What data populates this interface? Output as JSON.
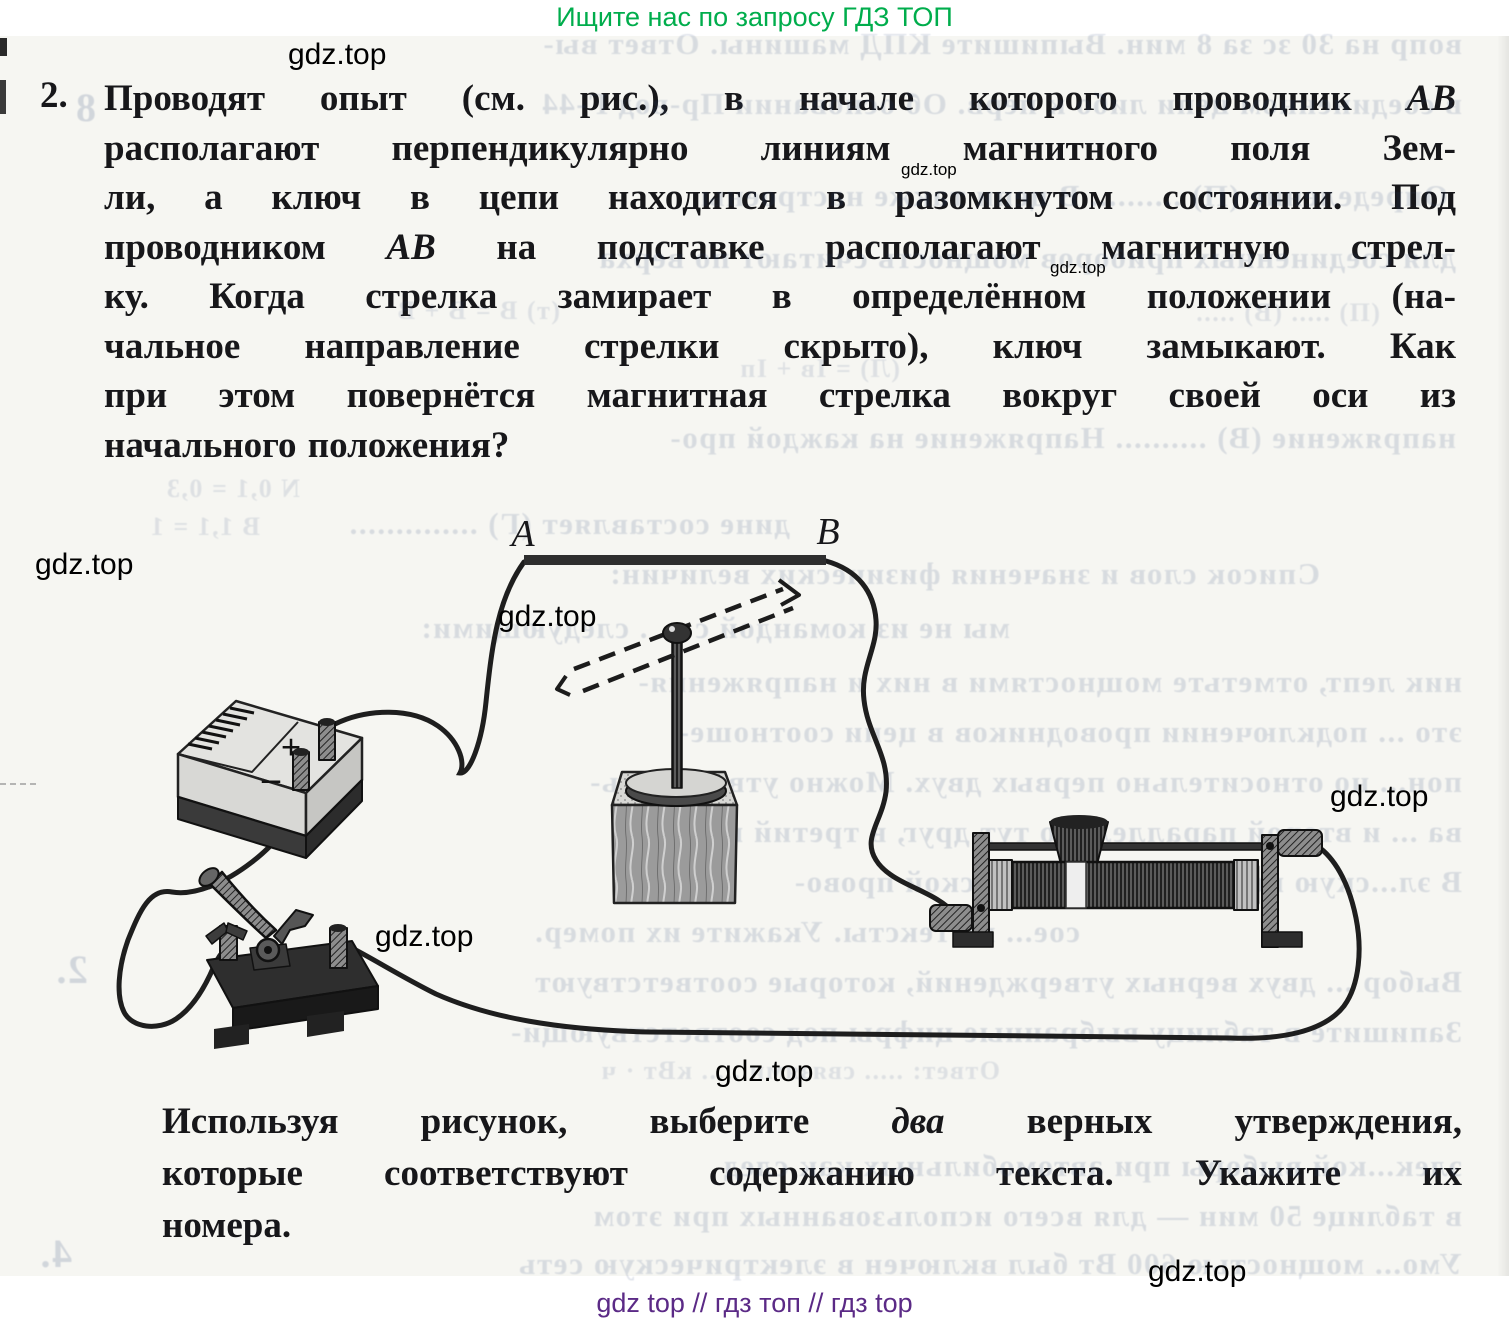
{
  "header": {
    "promo": "Ищите нас по запросу ГДЗ ТОП"
  },
  "footer": {
    "promo": "gdz top  //  гдз топ  //  гдз top"
  },
  "watermark": {
    "text": "gdz.top"
  },
  "colors": {
    "promo_green": "#00ad4c",
    "footer_purple": "#5b2a86",
    "ink": "#17171a",
    "paper": "#f6f6f2"
  },
  "problem": {
    "number": "2.",
    "lines": [
      {
        "pre": "Проводят опыт (см. рис.), в начале которого проводник ",
        "em": "АВ",
        "post": ""
      },
      {
        "pre": "располагают перпендикулярно линиям магнитного поля Зем-",
        "em": "",
        "post": ""
      },
      {
        "pre": "ли, а ключ в цепи находится в разомкнутом состоянии. Под",
        "em": "",
        "post": ""
      },
      {
        "pre": "проводником ",
        "em": "АВ",
        "post": " на подставке располагают магнитную стрел-"
      },
      {
        "pre": "ку. Когда стрелка замирает в определённом положении (на-",
        "em": "",
        "post": ""
      },
      {
        "pre": "чальное направление стрелки скрыто), ключ замыкают. Как",
        "em": "",
        "post": ""
      },
      {
        "pre": "при этом повернётся магнитная стрелка вокруг своей оси из",
        "em": "",
        "post": ""
      },
      {
        "pre": "начального положения?",
        "em": "",
        "post": ""
      }
    ]
  },
  "question": {
    "lines": [
      {
        "pre": "Используя рисунок, выберите ",
        "em": "два",
        "post": " верных утверждения,"
      },
      {
        "pre": "которые соответствуют содержанию текста. Укажите их",
        "em": "",
        "post": ""
      },
      {
        "pre": "номера.",
        "em": "",
        "post": ""
      }
    ]
  },
  "diagram": {
    "label_a": "A",
    "label_b": "B",
    "battery_plus": "+",
    "battery_minus": "–"
  },
  "bleed": {
    "lines": [
      {
        "text": "вопр на 30 зс за 8 мин. Выпишите КПД машины. Ответ вы-"
      },
      {
        "text": "в соединенном цепи либо к перв. Об основании Пр-вод Г-44"
      },
      {
        "text": "Определение (П) .......... В цепи также настроены"
      },
      {
        "text": "для соединенных приборов мощность считают по верха"
      },
      {
        "text": "(т) В = В + В"
      },
      {
        "text": "(П) ..... (В) ....."
      },
      {
        "text": "(Л) = Iв + Iп"
      },
      {
        "text": "напряжение (В) .......... Напряжение на каждой про-"
      },
      {
        "text": "N 0,1 = 0,3"
      },
      {
        "text": "дине составляет (Г) .............."
      },
      {
        "text": "В 1,1 = 1"
      },
      {
        "text": "Список слов и значения физических величин:"
      },
      {
        "text": "мы не из командой с . . . следующими:"
      },
      {
        "text": "ник лепт, отметьте мощностями в них и напряжения-"
      },
      {
        "text": "это ... подключении проводников в цепи соотноше-"
      },
      {
        "text": "пон... но относительно первых двух. Можно утверждать-"
      },
      {
        "text": "ва ... и второй параллельно тут друг, в третий после-"
      },
      {
        "text": "В эл...скую цепь ... генри при ...ской прово-"
      },
      {
        "text": "сое... но тексты. Укажите их помер."
      },
      {
        "text": "Выбор ... двух верных утверждений, которые соответствуют"
      },
      {
        "text": "Запишите в таблицу выбранные цифры под соответствующи-"
      },
      {
        "text": "Ответ: ..... связями ..... кВт · ч"
      },
      {
        "text": "элек...кой выборы при автомобильных как след"
      },
      {
        "text": "в таблице 50 мин — для всего использованных при этом"
      },
      {
        "text": "Умо... мощностью 600 Вт был включен в электрическую сеть"
      },
      {
        "text": "8"
      },
      {
        "text": "2."
      },
      {
        "text": "4."
      }
    ]
  }
}
